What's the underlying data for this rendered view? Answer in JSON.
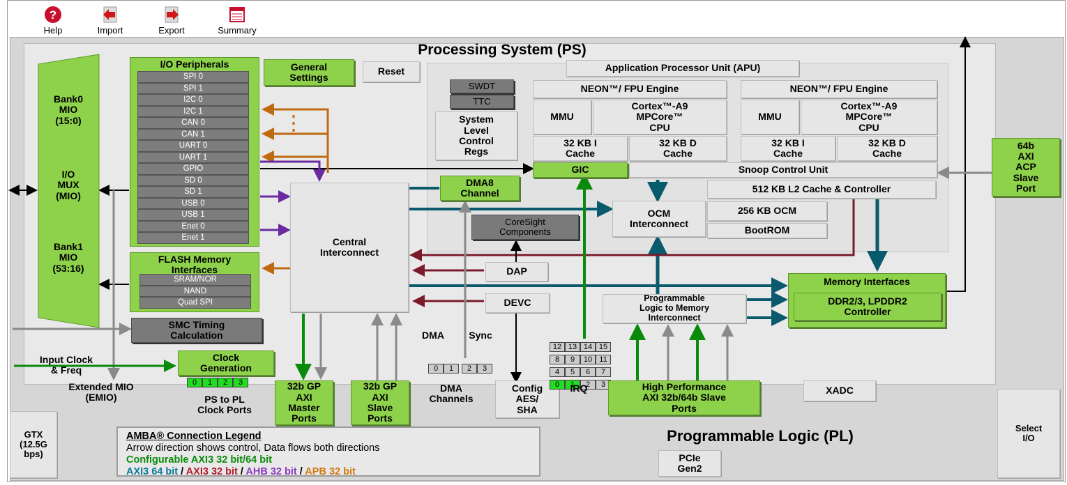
{
  "toolbar": {
    "help": "Help",
    "import": "Import",
    "export": "Export",
    "summary": "Summary",
    "icons": {
      "help": "help-icon",
      "import": "import-icon",
      "export": "export-icon",
      "summary": "summary-icon"
    }
  },
  "ps": {
    "title": "Processing System (PS)",
    "mio": {
      "bank0": "Bank0\nMIO\n(15:0)",
      "iomux": "I/O\nMUX\n(MIO)",
      "bank1": "Bank1\nMIO\n(53:16)"
    },
    "io_peripherals": {
      "title": "I/O Peripherals",
      "items": [
        "SPI 0",
        "SPI 1",
        "I2C 0",
        "I2C 1",
        "CAN 0",
        "CAN 1",
        "UART 0",
        "UART 1",
        "GPIO",
        "SD 0",
        "SD 1",
        "USB 0",
        "USB 1",
        "Enet 0",
        "Enet 1"
      ]
    },
    "general_settings": "General\nSettings",
    "reset": "Reset",
    "flash": {
      "title": "FLASH Memory\nInterfaces",
      "items": [
        "SRAM/NOR",
        "NAND",
        "Quad SPI"
      ]
    },
    "smc": "SMC Timing\nCalculation",
    "clock_gen": "Clock\nGeneration",
    "clock_ports": [
      "0",
      "1",
      "2",
      "3"
    ],
    "input_clock": "Input Clock\n& Freq",
    "extended_mio": "Extended MIO\n(EMIO)",
    "ps_to_pl": "PS to PL\nClock Ports",
    "central": "Central\nInterconnect",
    "dma8": "DMA8\nChannel",
    "swdt": "SWDT",
    "ttc": "TTC",
    "slcr": "System\nLevel\nControl\nRegs",
    "coresight": "CoreSight\nComponents",
    "dap": "DAP",
    "devc": "DEVC",
    "dma_label": "DMA",
    "sync_label": "Sync",
    "dma_channels_nums": [
      "0",
      "1",
      "2",
      "3"
    ],
    "dma_channels": "DMA\nChannels",
    "config": "Config\nAES/\nSHA",
    "irq_label": "IRQ",
    "irq_grid": [
      [
        "12",
        "13",
        "14",
        "15"
      ],
      [
        "8",
        "9",
        "10",
        "11"
      ],
      [
        "4",
        "5",
        "6",
        "7"
      ],
      [
        "0",
        "1",
        "2",
        "3"
      ]
    ],
    "apu": {
      "title": "Application Processor Unit (APU)",
      "neon": "NEON™/ FPU Engine",
      "mmu": "MMU",
      "cortex": "Cortex™-A9\nMPCore™\nCPU",
      "icache": "32 KB I\nCache",
      "dcache": "32 KB D\nCache",
      "gic": "GIC",
      "scu": "Snoop Control Unit",
      "l2": "512 KB L2 Cache & Controller",
      "ocm_ic": "OCM\nInterconnect",
      "ocm": "256 KB OCM",
      "bootrom": "BootROM"
    },
    "acp": "64b\nAXI\nACP\nSlave\nPort",
    "memory_interfaces": "Memory Interfaces",
    "ddr": "DDR2/3, LPDDR2\nController",
    "pl_mem_ic": "Programmable\nLogic to Memory\nInterconnect"
  },
  "pl": {
    "title": "Programmable Logic (PL)",
    "gp_master": "32b GP\nAXI\nMaster\nPorts",
    "gp_slave": "32b GP\nAXI\nSlave\nPorts",
    "hp": "High Performance\nAXI 32b/64b Slave\nPorts",
    "xadc": "XADC",
    "gtx": "GTX\n(12.5G\nbps)",
    "select_io": "Select\nI/O",
    "pcie": "PCIe\nGen2"
  },
  "legend": {
    "title": "AMBA® Connection Legend",
    "line1": "Arrow direction shows control, Data flows both directions",
    "line2": "Configurable AXI3 32 bit/64 bit",
    "axi64": "AXI3 64 bit",
    "axi32": "AXI3 32 bit",
    "ahb": "AHB 32 bit",
    "apb": "APB 32 bit",
    "sep": " / "
  },
  "colors": {
    "green": "#8ed14a",
    "axi_green": "#0a8a0a",
    "axi64": "#0a5a6e",
    "axi32": "#7a1a2a",
    "ahb": "#6a2aa0",
    "apb": "#c06a10",
    "gray_arrow": "#888888"
  }
}
